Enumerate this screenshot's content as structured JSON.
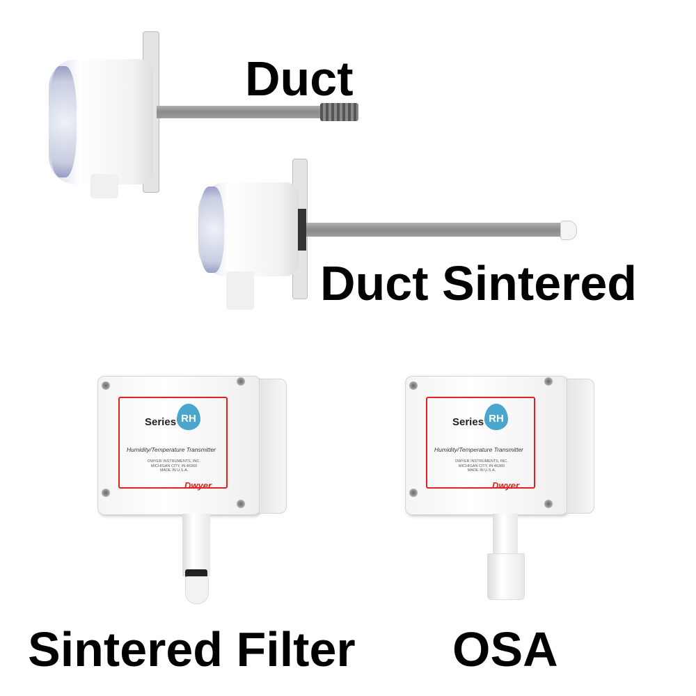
{
  "labels": {
    "duct": "Duct",
    "duct_sintered": "Duct Sintered",
    "sintered_filter": "Sintered Filter",
    "osa": "OSA"
  },
  "device_label": {
    "series": "Series",
    "model": "RH",
    "description": "Humidity/Temperature Transmitter",
    "address_line1": "DWYER INSTRUMENTS, INC.",
    "address_line2": "MICHIGAN CITY, IN 46360",
    "address_line3": "MADE IN U.S.A.",
    "brand": "Dwyer"
  },
  "colors": {
    "frame": "#dd2222",
    "drop": "#4aa6cc"
  }
}
